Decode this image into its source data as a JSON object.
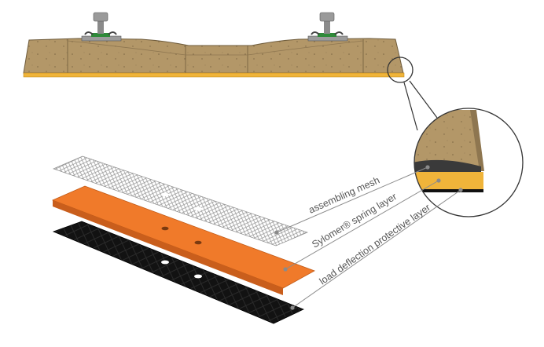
{
  "labels": {
    "mesh": "assembling mesh",
    "spring": "Sylomer® spring layer",
    "protective": "load deflection protective layer"
  },
  "colors": {
    "sleeper": "#b39768",
    "sleeper_dark": "#8e7650",
    "pad": "#f0b43a",
    "spring_layer": "#f07a2a",
    "protective_layer": "#111111",
    "mesh": "#9a9a9a",
    "rail": "#8a8a8a",
    "leader": "#8c8c8c"
  }
}
